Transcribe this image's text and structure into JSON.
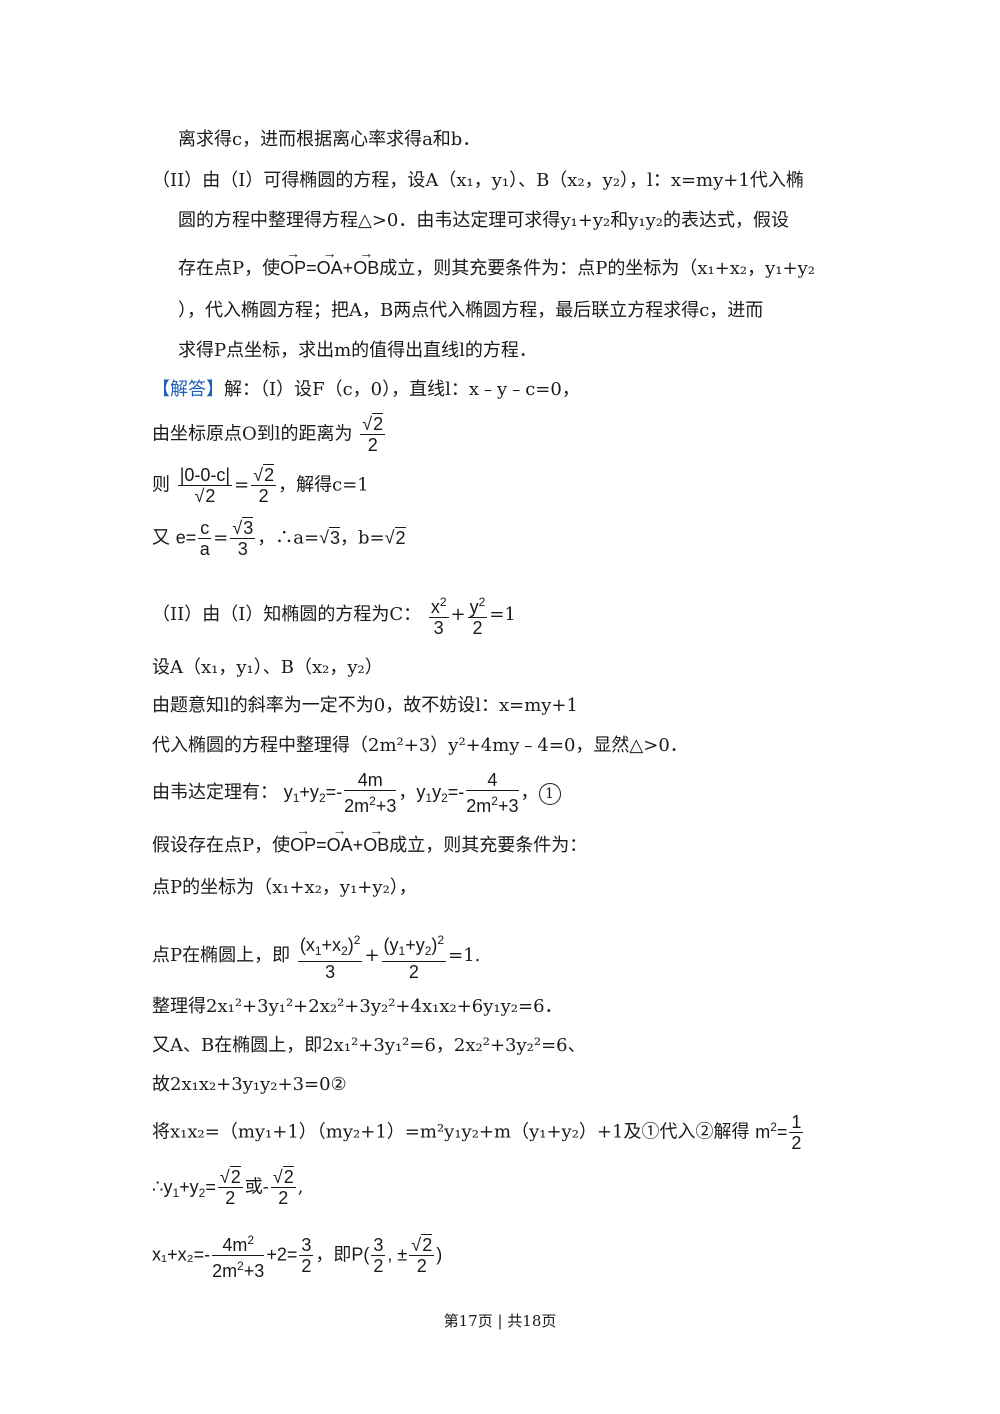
{
  "page": {
    "l1": "离求得c，进而根据离心率求得a和b．",
    "l2": "（II）由（I）可得椭圆的方程，设A（x₁，y₁）、B（x₂，y₂），l：x=my+1代入椭",
    "l3": "圆的方程中整理得方程△>0．由韦达定理可求得y₁+y₂和y₁y₂的表达式，假设",
    "l4a": "存在点P，使",
    "l4b": "成立，则其充要条件为：点P的坐标为（x₁+x₂，y₁+y₂",
    "l5": "），代入椭圆方程；把A，B两点代入椭圆方程，最后联立方程求得c，进而",
    "l6": "求得P点坐标，求出m的值得出直线l的方程．",
    "ans_tag": "【解答】",
    "ans_rest": "解：（I）设F（c，0），直线l：x﹣y﹣c=0，",
    "dist": "由坐标原点O到l的距离为",
    "then": "则",
    "solve_c": "，解得c=1",
    "also": "又",
    "ab": "，∴a=",
    "b_eq": "，b=",
    "ellipse": "（II）由（I）知椭圆的方程为C：",
    "setAB": "设A（x₁，y₁）、B（x₂，y₂）",
    "slope": "由题意知l的斜率为一定不为0，故不妨设l：x=my+1",
    "subst": "代入椭圆的方程中整理得（2m²+3）y²+4my﹣4=0，显然△>0．",
    "vieta": "由韦达定理有：",
    "assume_a": "假设存在点P，使",
    "assume_b": "成立，则其充要条件为：",
    "pcoord": "点P的坐标为（x₁+x₂，y₁+y₂），",
    "pon": "点P在椭圆上，即",
    "simpl": "整理得2x₁²+3y₁²+2x₂²+3y₂²+4x₁x₂+6y₁y₂=6．",
    "ab_on": "又A、B在椭圆上，即2x₁²+3y₁²=6，2x₂²+3y₂²=6、",
    "so2": "故2x₁x₂+3y₁y₂+3=0②",
    "sub_a": "将x₁x₂=（my₁+1）（my₂+1）=m²y₁y₂+m（y₁+y₂）+1及①代入②解得",
    "therefore": "∴",
    "or": "或",
    "sum_x": "x₁+x₂=",
    "ie": "，即"
  },
  "footer": "第17页 | 共18页"
}
